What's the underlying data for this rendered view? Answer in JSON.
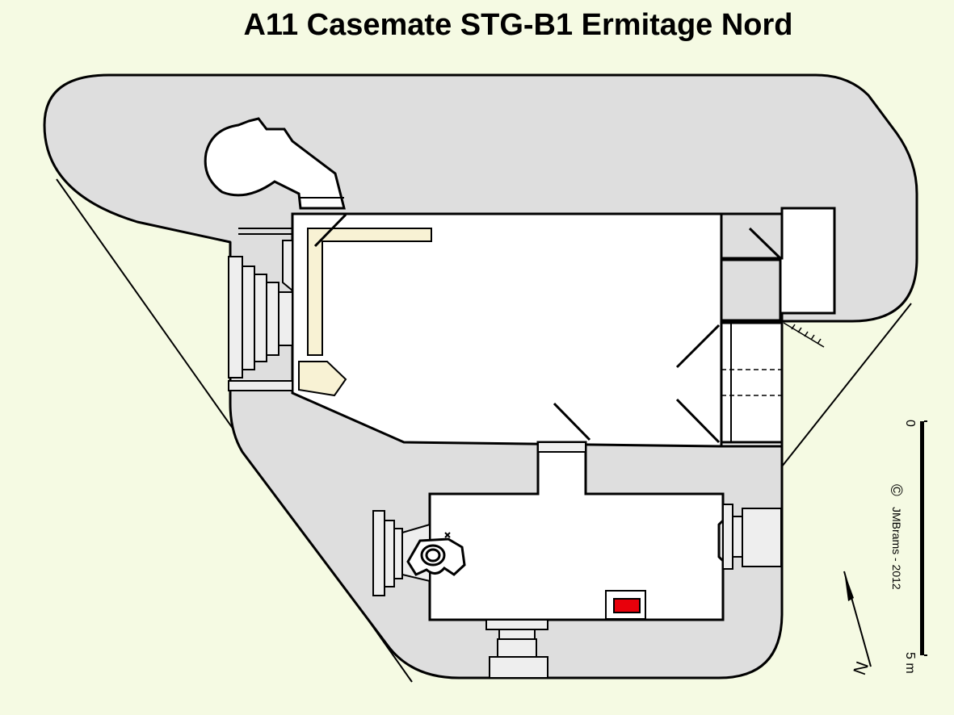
{
  "title": "A11 Casemate STG-B1 Ermitage Nord",
  "scale_bar": {
    "start_label": "0",
    "end_label": "5 m"
  },
  "copyright": {
    "symbol": "©",
    "text": "JMBrams  -  2012"
  },
  "north_arrow": {
    "label": "N"
  },
  "colors": {
    "background": "#f5fae3",
    "concrete": "#dedede",
    "floor": "#ffffff",
    "bench": "#f8f2d4",
    "stove": "#e8000b",
    "outline": "#000000"
  },
  "icons": [
    "north-arrow-icon",
    "toilet-icon",
    "stove-icon"
  ]
}
